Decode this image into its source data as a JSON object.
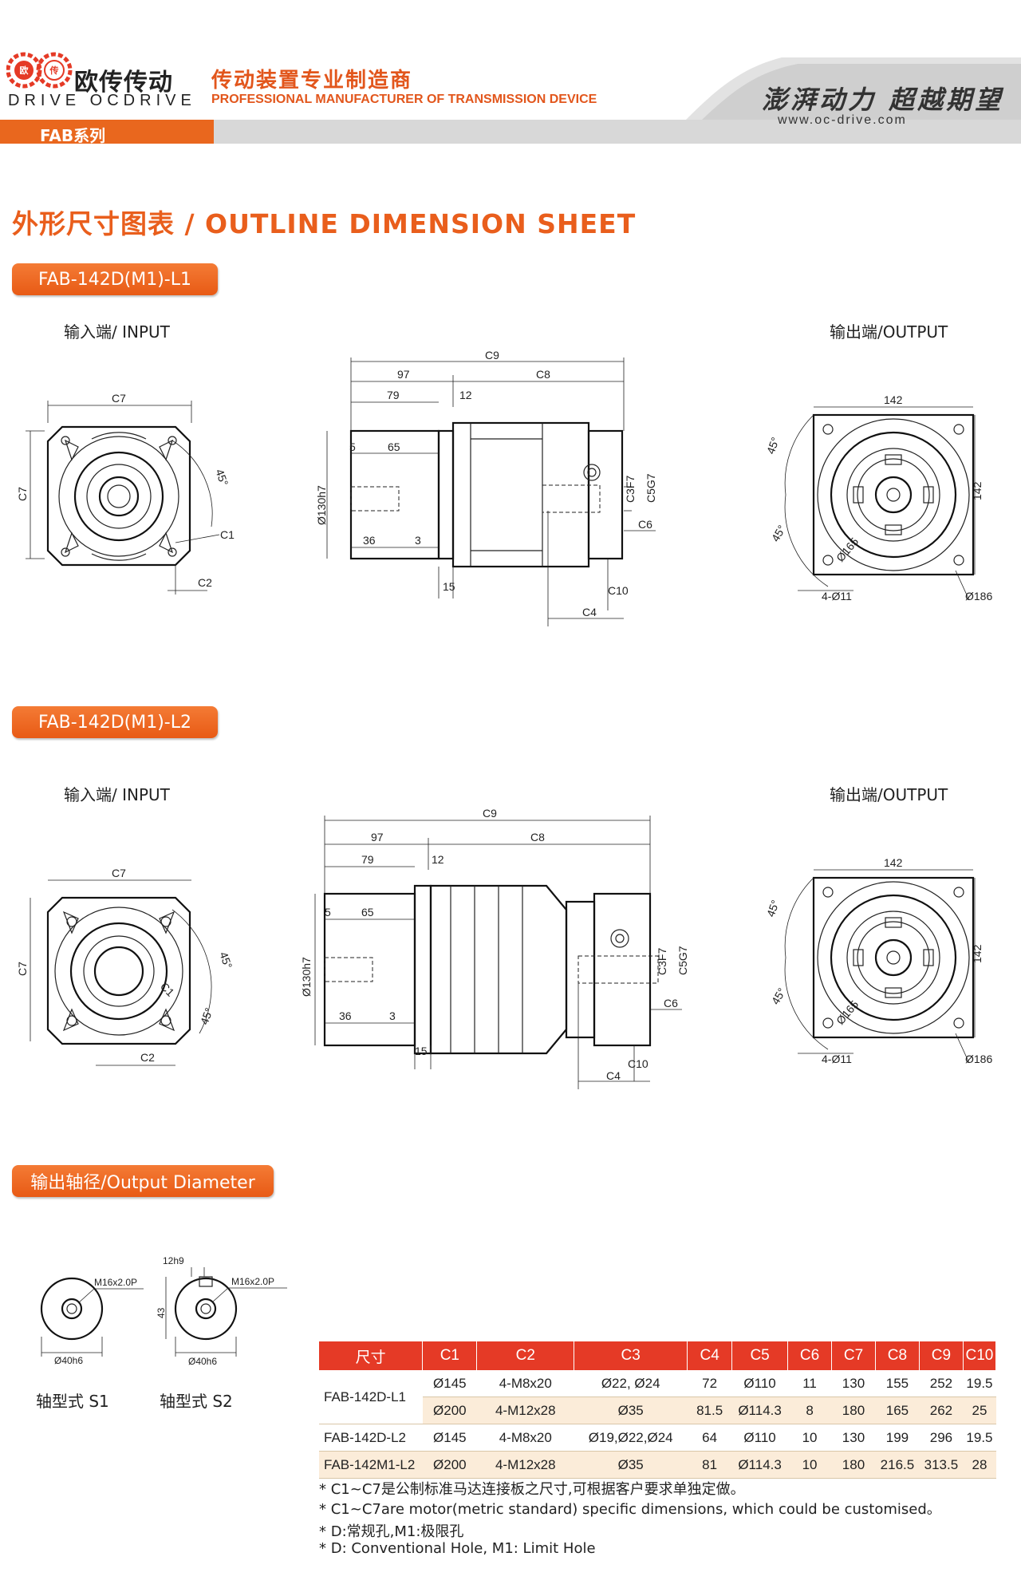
{
  "header": {
    "brand_cn": "欧传传动",
    "brand_en": "DRIVE OCDRIVE",
    "logo_text": "欧传",
    "tagline_cn": "传动装置专业制造商",
    "tagline_en": "PROFESSIONAL MANUFACTURER OF TRANSMISSION DEVICE",
    "slogan": "澎湃动力 超越期望",
    "website": "www.oc-drive.com",
    "series": "FAB系列"
  },
  "title": "外形尺寸图表 / OUTLINE DIMENSION SHEET",
  "sections": [
    {
      "model": "FAB-142D(M1)-L1",
      "input_label": "输入端/ INPUT",
      "output_label": "输出端/OUTPUT"
    },
    {
      "model": "FAB-142D(M1)-L2",
      "input_label": "输入端/ INPUT",
      "output_label": "输出端/OUTPUT"
    }
  ],
  "dims": {
    "c1": "C1",
    "c2": "C2",
    "c3": "C3F7",
    "c4": "C4",
    "c5": "C5G7",
    "c6": "C6",
    "c7": "C7",
    "c8": "C8",
    "c9": "C9",
    "c10": "C10",
    "d97": "97",
    "d79": "79",
    "d12": "12",
    "d5": "5",
    "d65": "65",
    "d36": "36",
    "d3": "3",
    "d15": "15",
    "d130": "Ø130h7",
    "d142": "142",
    "d45": "45°",
    "d165": "Ø165",
    "d4_11": "4-Ø11",
    "d186": "Ø186"
  },
  "output_diameter": {
    "heading": "输出轴径/Output Diameter",
    "thread": "M16x2.0P",
    "diameter": "Ø40h6",
    "key_width": "12h9",
    "key_height": "43",
    "s1_label": "轴型式 S1",
    "s2_label": "轴型式 S2"
  },
  "table": {
    "headers": [
      "尺寸",
      "C1",
      "C2",
      "C3",
      "C4",
      "C5",
      "C6",
      "C7",
      "C8",
      "C9",
      "C10"
    ],
    "rows": [
      {
        "model": "FAB-142D-L1",
        "cells": [
          "Ø145",
          "4-M8x20",
          "Ø22, Ø24",
          "72",
          "Ø110",
          "11",
          "130",
          "155",
          "252",
          "19.5"
        ]
      },
      {
        "model": "",
        "cells": [
          "Ø200",
          "4-M12x28",
          "Ø35",
          "81.5",
          "Ø114.3",
          "8",
          "180",
          "165",
          "262",
          "25"
        ]
      },
      {
        "model": "FAB-142D-L2",
        "cells": [
          "Ø145",
          "4-M8x20",
          "Ø19,Ø22,Ø24",
          "64",
          "Ø110",
          "10",
          "130",
          "199",
          "296",
          "19.5"
        ]
      },
      {
        "model": "FAB-142M1-L2",
        "cells": [
          "Ø200",
          "4-M12x28",
          "Ø35",
          "81",
          "Ø114.3",
          "10",
          "180",
          "216.5",
          "313.5",
          "28"
        ]
      }
    ]
  },
  "notes": [
    "* C1~C7是公制标准马达连接板之尺寸,可根据客户要求单独定做。",
    "* C1~C7are motor(metric standard)  specific dimensions, which could be customised。",
    "* D:常规孔,M1:极限孔",
    "* D: Conventional Hole, M1: Limit Hole"
  ]
}
